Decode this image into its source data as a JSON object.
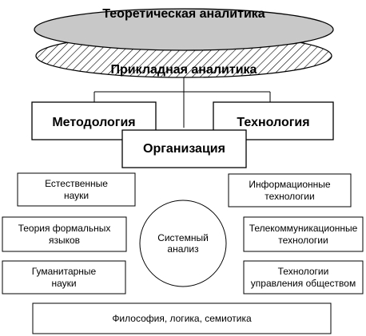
{
  "ellipses": {
    "theory": "Теоретическая аналитика",
    "applied": "Прикладная аналитика"
  },
  "domains": {
    "methodology": "Методология",
    "technology": "Технология",
    "organization": "Организация"
  },
  "left_boxes": [
    [
      "Естественные",
      "науки"
    ],
    [
      "Теория формальных",
      "языков"
    ],
    [
      "Гуманитарные",
      "науки"
    ]
  ],
  "right_boxes": [
    [
      "Информационные",
      "технологии"
    ],
    [
      "Телекоммуникационные",
      "технологии"
    ],
    [
      "Технологии",
      "управления обществом"
    ]
  ],
  "center": [
    "Системный",
    "анализ"
  ],
  "footer": "Философия, логика, семиотика"
}
